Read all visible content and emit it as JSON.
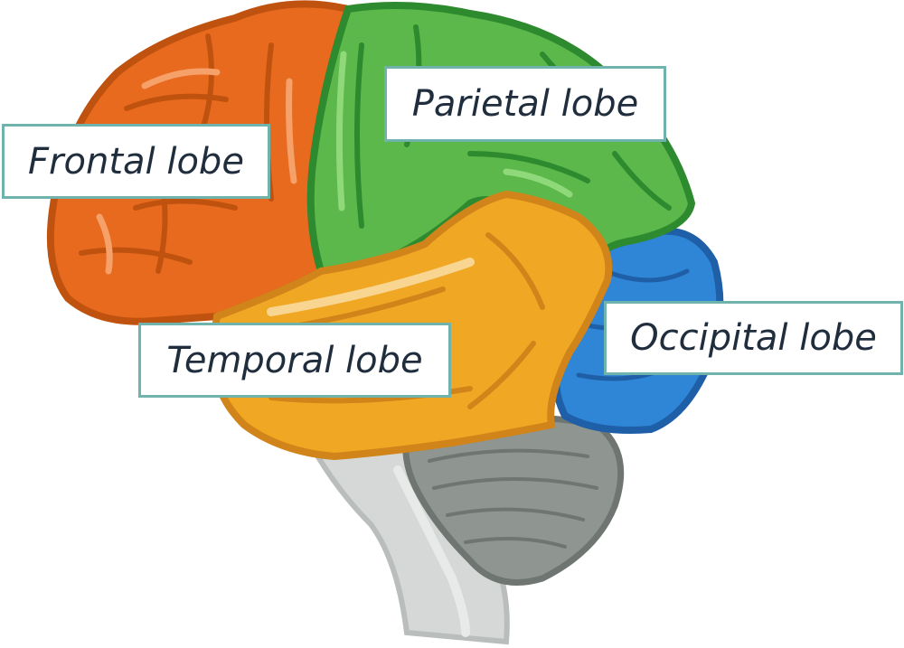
{
  "colors": {
    "frontal": "#e86a1e",
    "parietal": "#5cb84a",
    "temporal": "#f0a824",
    "occipital": "#2f86d6",
    "cerebellum": "#8f9591",
    "brainstem": "#d5d8d6",
    "label_border": "#6fb3ac",
    "label_text": "#1f2d3d"
  },
  "labels": {
    "frontal": "Frontal lobe",
    "parietal": "Parietal lobe",
    "temporal": "Temporal lobe",
    "occipital": "Occipital lobe"
  }
}
